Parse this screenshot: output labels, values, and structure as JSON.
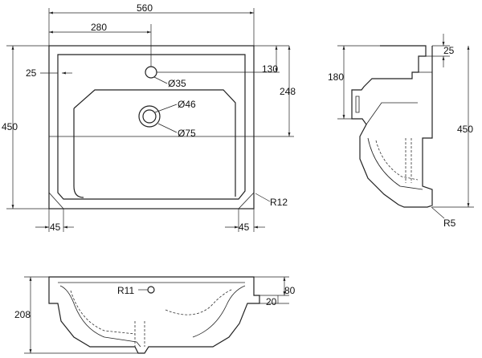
{
  "dimensions": {
    "overall_width": "560",
    "tap_offset": "280",
    "overall_depth": "450",
    "rim_width": "25",
    "tap_to_back": "130",
    "waste_to_back": "248",
    "tap_hole": "Ø35",
    "waste_inner": "Ø46",
    "waste_outer": "Ø75",
    "corner_radius": "R12",
    "chamfer_left": "45",
    "chamfer_right": "45",
    "side_rim": "25",
    "side_height": "180",
    "side_depth": "450",
    "side_radius": "R5",
    "front_overflow_radius": "R11",
    "front_rim": "80",
    "front_step": "20",
    "front_height": "208"
  }
}
